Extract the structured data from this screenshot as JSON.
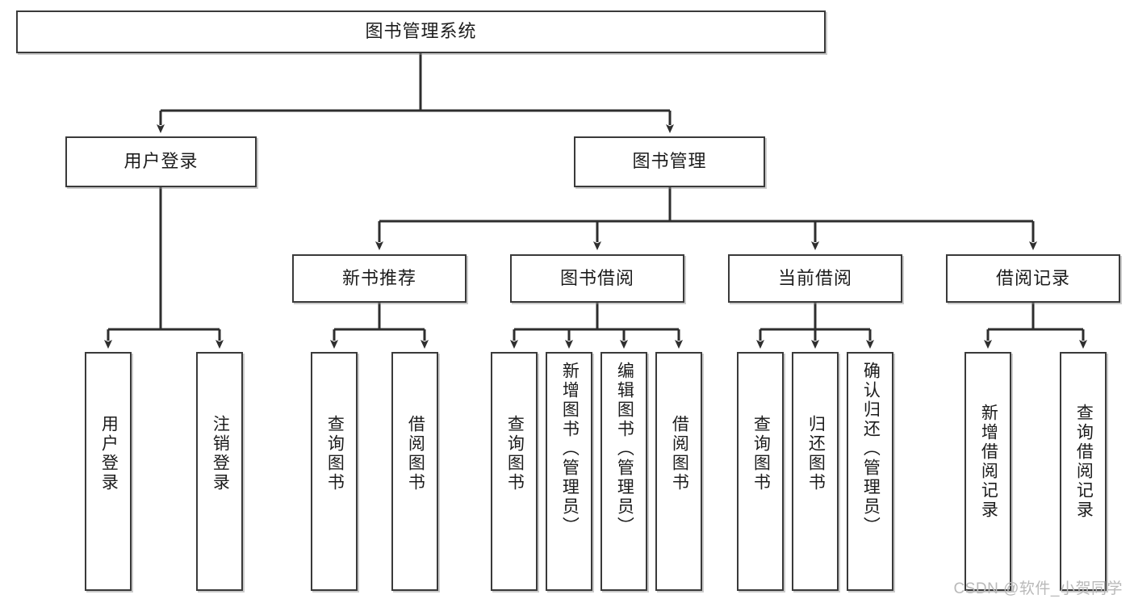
{
  "diagram": {
    "title": "图书管理系统",
    "watermark": "CSDN @软件_小贺同学",
    "colors": {
      "background": "#ffffff",
      "box_border": "#3a3a3a",
      "box_fill": "#ffffff",
      "connector": "#2e2e2e",
      "text": "#1c1c1c",
      "watermark": "#b9b9b9"
    },
    "levels": {
      "root": "图书管理系统",
      "level2": [
        "用户登录",
        "图书管理"
      ],
      "level3": [
        "新书推荐",
        "图书借阅",
        "当前借阅",
        "借阅记录"
      ]
    },
    "nodes": {
      "root": "图书管理系统",
      "user_login": "用户登录",
      "book_manage": "图书管理",
      "new_book_rec": "新书推荐",
      "book_borrow": "图书借阅",
      "current_borrow": "当前借阅",
      "borrow_record": "借阅记录",
      "leaf_user_login": "用户登录",
      "leaf_logout": "注销登录",
      "leaf_query_book_1": "查询图书",
      "leaf_borrow_book_1": "借阅图书",
      "leaf_query_book_2": "查询图书",
      "leaf_add_book_admin": "新增图书（管理员）",
      "leaf_edit_book_admin": "编辑图书（管理员）",
      "leaf_borrow_book_2": "借阅图书",
      "leaf_query_book_3": "查询图书",
      "leaf_return_book": "归还图书",
      "leaf_confirm_return_admin": "确认归还（管理员）",
      "leaf_add_borrow_record": "新增借阅记录",
      "leaf_query_borrow_record": "查询借阅记录"
    }
  }
}
